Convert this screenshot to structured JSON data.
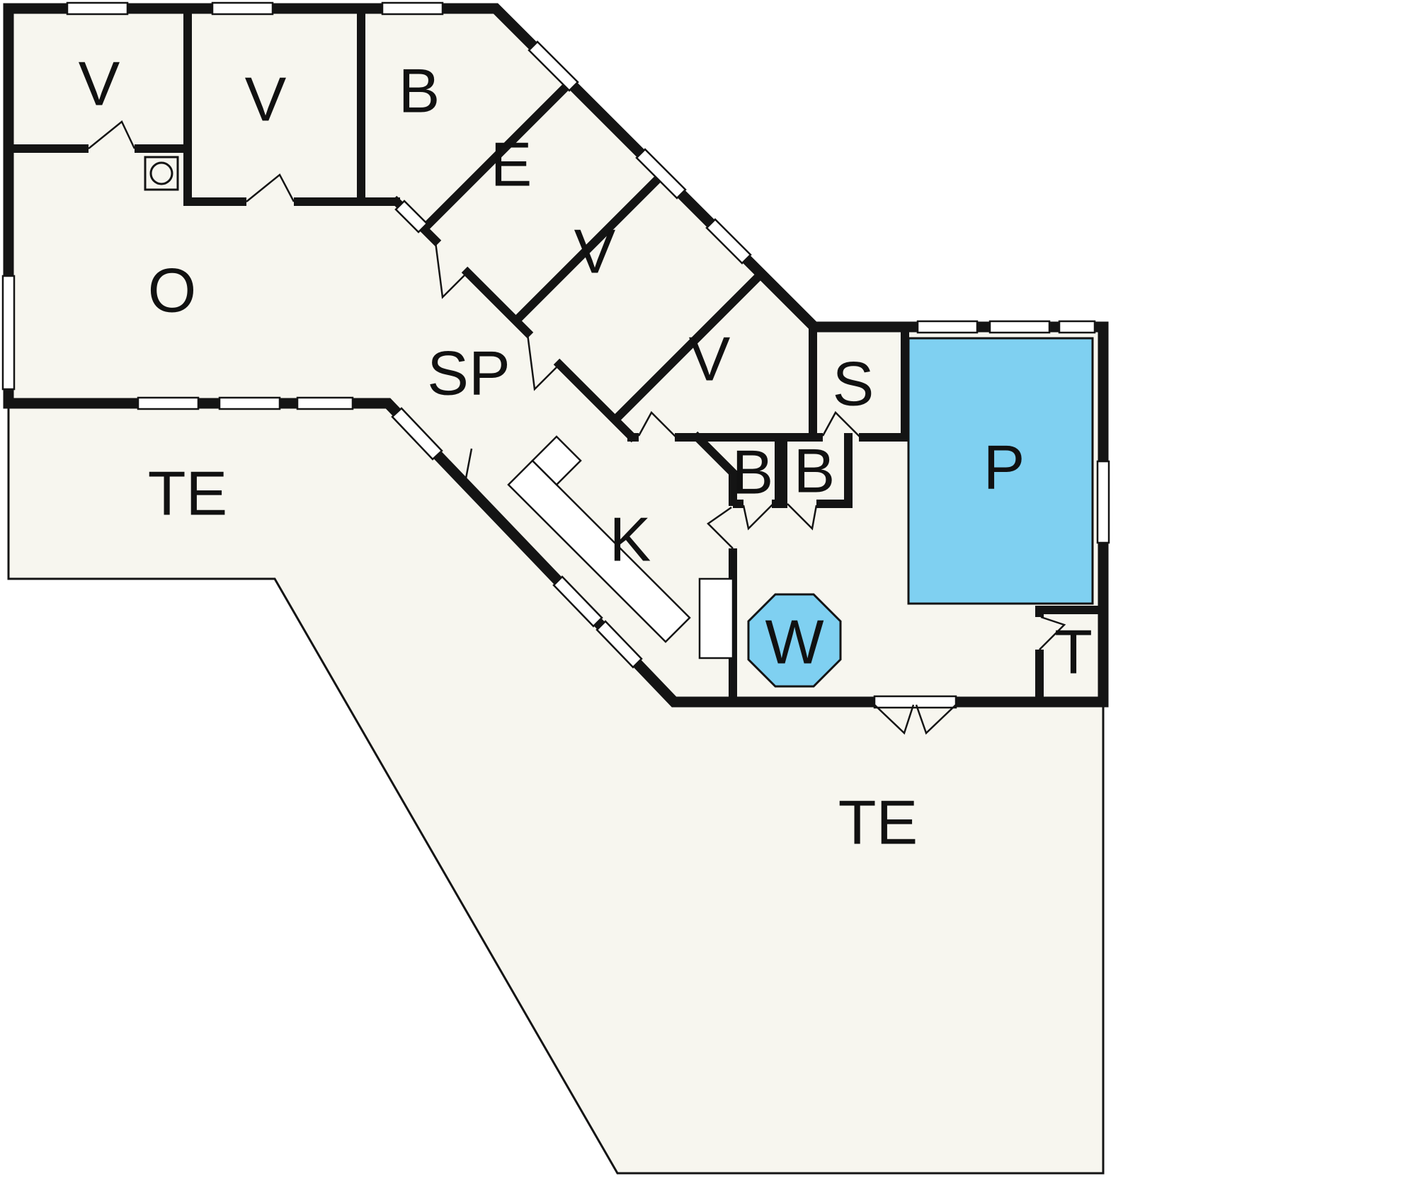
{
  "diagram": {
    "type": "floor-plan"
  },
  "colors": {
    "wall": "#141414",
    "floor": "#f7f6ef",
    "water": "#7fd0f1",
    "background": "#ffffff"
  },
  "rooms": [
    {
      "id": "v1",
      "label": "V"
    },
    {
      "id": "v2",
      "label": "V"
    },
    {
      "id": "b1",
      "label": "B"
    },
    {
      "id": "e",
      "label": "E"
    },
    {
      "id": "v3",
      "label": "V"
    },
    {
      "id": "v4",
      "label": "V"
    },
    {
      "id": "o",
      "label": "O"
    },
    {
      "id": "sp",
      "label": "SP"
    },
    {
      "id": "te1",
      "label": "TE"
    },
    {
      "id": "k",
      "label": "K"
    },
    {
      "id": "b2",
      "label": "B"
    },
    {
      "id": "b3",
      "label": "B"
    },
    {
      "id": "s",
      "label": "S"
    },
    {
      "id": "p",
      "label": "P"
    },
    {
      "id": "w",
      "label": "W"
    },
    {
      "id": "t",
      "label": "T"
    },
    {
      "id": "te2",
      "label": "TE"
    }
  ]
}
